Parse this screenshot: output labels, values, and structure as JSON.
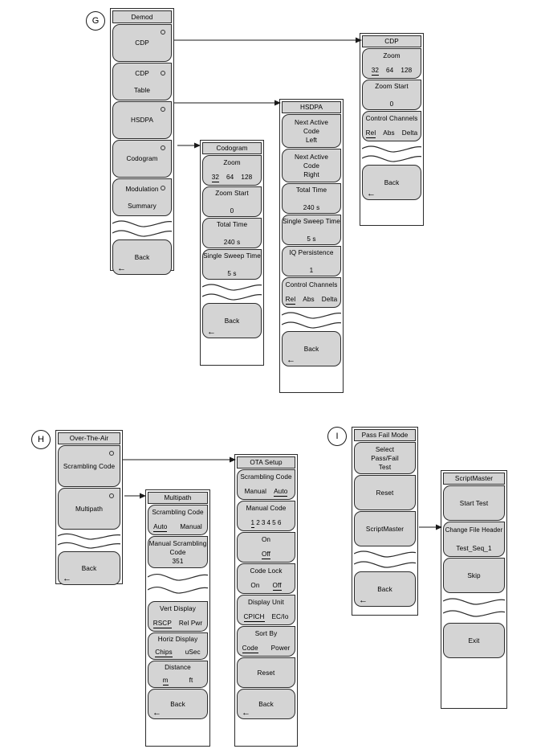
{
  "meta": {
    "bg": "#ffffff",
    "key_fill": "#d4d4d4",
    "line": "#2b2b2b"
  },
  "sections": [
    {
      "id": "G",
      "label": "G"
    },
    {
      "id": "H",
      "label": "H"
    },
    {
      "id": "I",
      "label": "I"
    }
  ],
  "menus": {
    "demod": {
      "title": "Demod",
      "keys": [
        {
          "lines": [
            "CDP"
          ],
          "radio": true
        },
        {
          "lines": [
            "CDP",
            "Table"
          ],
          "radio": true
        },
        {
          "lines": [
            "HSDPA"
          ],
          "radio": true
        },
        {
          "lines": [
            "Codogram"
          ],
          "radio": true
        },
        {
          "lines": [
            "Modulation",
            "Summary"
          ],
          "radio": true
        }
      ],
      "back": "Back"
    },
    "codogram": {
      "title": "Codogram",
      "keys": [
        {
          "lines": [
            "Zoom"
          ],
          "options": [
            "32",
            "64",
            "128"
          ],
          "selected": "32"
        },
        {
          "lines": [
            "Zoom Start",
            "0"
          ]
        },
        {
          "lines": [
            "Total Time",
            "240 s"
          ]
        },
        {
          "lines": [
            "Single Sweep Time",
            "5 s"
          ]
        }
      ],
      "back": "Back"
    },
    "hsdpa": {
      "title": "HSDPA",
      "keys": [
        {
          "lines": [
            "Next Active",
            "Code",
            "Left"
          ]
        },
        {
          "lines": [
            "Next Active",
            "Code",
            "Right"
          ]
        },
        {
          "lines": [
            "Total Time",
            "240 s"
          ]
        },
        {
          "lines": [
            "Single Sweep Time",
            "5 s"
          ]
        },
        {
          "lines": [
            "IQ Persistence",
            "1"
          ]
        },
        {
          "lines": [
            "Control Channels"
          ],
          "options": [
            "Rel",
            "Abs",
            "Delta"
          ],
          "selected": "Rel"
        }
      ],
      "back": "Back"
    },
    "cdp": {
      "title": "CDP",
      "keys": [
        {
          "lines": [
            "Zoom"
          ],
          "options": [
            "32",
            "64",
            "128"
          ],
          "selected": "32"
        },
        {
          "lines": [
            "Zoom Start",
            "0"
          ]
        },
        {
          "lines": [
            "Control Channels"
          ],
          "options": [
            "Rel",
            "Abs",
            "Delta"
          ],
          "selected": "Rel"
        }
      ],
      "back": "Back"
    },
    "ota": {
      "title": "Over-The-Air",
      "keys": [
        {
          "lines": [
            "Scrambling Code"
          ],
          "radio": true
        },
        {
          "lines": [
            "Multipath"
          ],
          "radio": true
        }
      ],
      "back": "Back"
    },
    "multipath": {
      "title": "Multipath",
      "keys_top": [
        {
          "lines": [
            "Scrambling Code"
          ],
          "options": [
            "Auto",
            "Manual"
          ],
          "selected": "Auto"
        },
        {
          "lines": [
            "Manual Scrambling",
            "Code",
            "351"
          ]
        }
      ],
      "keys_bottom": [
        {
          "lines": [
            "Vert Display"
          ],
          "options": [
            "RSCP",
            "Rel Pwr"
          ],
          "selected": "RSCP"
        },
        {
          "lines": [
            "Horiz Display"
          ],
          "options": [
            "Chips",
            "uSec"
          ],
          "selected": "Chips"
        },
        {
          "lines": [
            "Distance"
          ],
          "options": [
            "m",
            "ft"
          ],
          "selected": "m"
        }
      ],
      "back": "Back"
    },
    "ota_setup": {
      "title": "OTA Setup",
      "keys": [
        {
          "lines": [
            "Scrambling Code"
          ],
          "options": [
            "Manual",
            "Auto"
          ],
          "selected": "Auto"
        },
        {
          "lines": [
            "Manual Code"
          ],
          "options": [
            "1",
            "2",
            "3",
            "4",
            "5",
            "6"
          ],
          "selected": "1"
        },
        {
          "lines": [
            "On"
          ],
          "options": [
            "Off"
          ],
          "selected": "Off"
        },
        {
          "lines": [
            "Code Lock"
          ],
          "options": [
            "On",
            "Off"
          ],
          "selected": "Off"
        },
        {
          "lines": [
            "Display Unit"
          ],
          "options": [
            "CPICH",
            "EC/Io"
          ],
          "selected": "CPICH"
        },
        {
          "lines": [
            "Sort By"
          ],
          "options": [
            "Code",
            "Power"
          ],
          "selected": "Code"
        },
        {
          "lines": [
            "Reset"
          ]
        }
      ],
      "back": "Back"
    },
    "passfail": {
      "title": "Pass Fail Mode",
      "keys": [
        {
          "lines": [
            "Select",
            "Pass/Fail",
            "Test"
          ]
        },
        {
          "lines": [
            "Reset"
          ]
        },
        {
          "lines": [
            "ScriptMaster"
          ]
        }
      ],
      "back": "Back"
    },
    "scriptmaster": {
      "title": "ScriptMaster",
      "keys": [
        {
          "lines": [
            "Start Test"
          ]
        },
        {
          "lines": [
            "Change File Header",
            "Test_Seq_1"
          ]
        },
        {
          "lines": [
            "Skip"
          ]
        }
      ],
      "back": "Exit"
    }
  }
}
